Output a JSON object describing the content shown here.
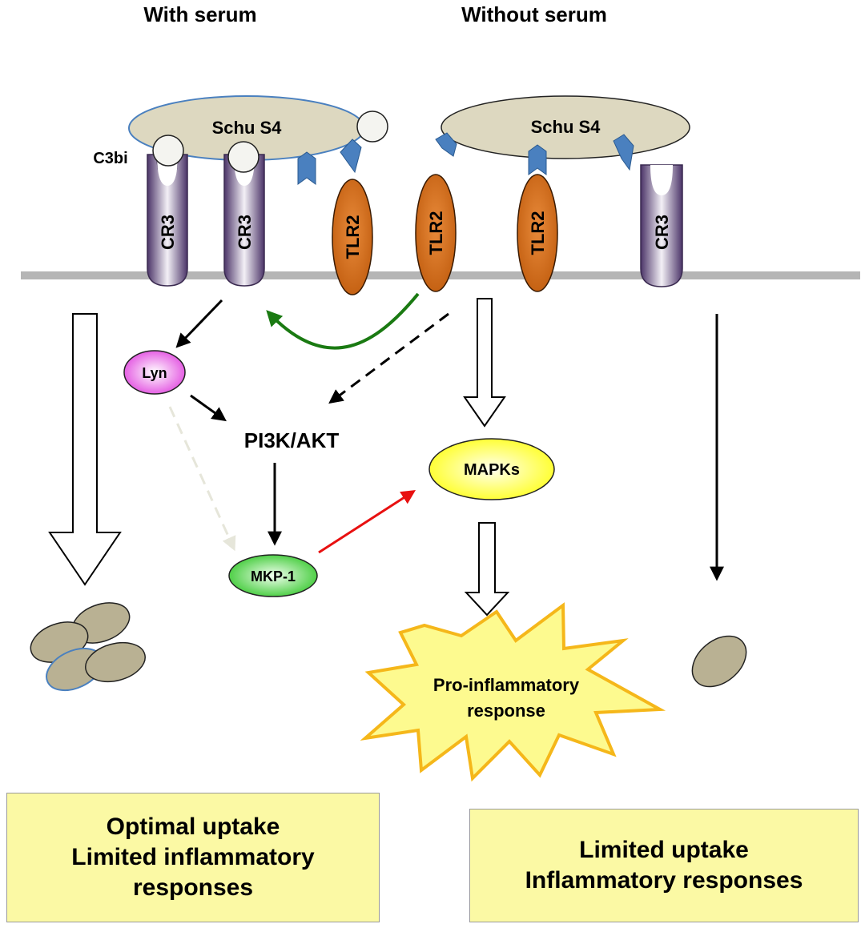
{
  "headers": {
    "left": "With serum",
    "right": "Without serum"
  },
  "bacteria": {
    "left": "Schu S4",
    "right": "Schu S4"
  },
  "labels": {
    "c3bi": "C3bi",
    "cr3": "CR3",
    "tlr2": "TLR2",
    "lyn": "Lyn",
    "pi3k": "PI3K/AKT",
    "mkp1": "MKP-1",
    "mapks": "MAPKs",
    "pro_line1": "Pro-inflammatory",
    "pro_line2": "response"
  },
  "outcomes": {
    "left": [
      "Optimal uptake",
      "Limited inflammatory",
      "responses"
    ],
    "right": [
      "Limited uptake",
      "Inflammatory responses"
    ]
  },
  "colors": {
    "bacterium_fill": "#ddd8c0",
    "bacterium_stroke": "#4a80bf",
    "cr3_dark": "#574178",
    "tlr2_fill": "#d6701c",
    "lyn_fill": "#e84be6",
    "mkp1_fill": "#45d53a",
    "mapks_fill": "#ffff33",
    "burst_fill": "#fdfa8f",
    "burst_stroke": "#f5b71a",
    "membrane": "#b5b5b5",
    "green_arrow": "#1a7a12",
    "red_arrow": "#e81010",
    "box_fill": "#fbf9a4"
  }
}
